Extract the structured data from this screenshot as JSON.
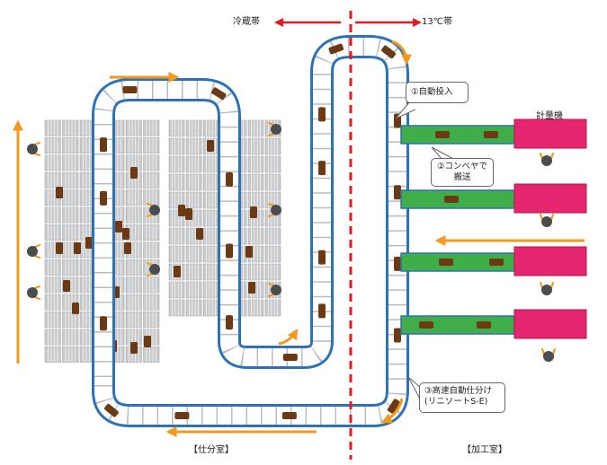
{
  "header": {
    "cold_zone": "冷蔵帯",
    "temp_zone": "13℃帯"
  },
  "machine_label": "計量機",
  "callouts": {
    "step1": "①自動投入",
    "step2_line1": "②コンベヤで",
    "step2_line2": "搬送",
    "step3_line1": "③高速自動仕分け",
    "step3_line2": "(リニソートS-E)"
  },
  "rooms": {
    "sorting": "【仕分室】",
    "processing": "【加工室】"
  },
  "colors": {
    "divider": "#e21b22",
    "arrow": "#f39a1e",
    "sorter_belt": "#2d72b7",
    "feed_conveyor": "#3fae49",
    "weighing_machine": "#e5256d",
    "item": "#6b3a14",
    "rack": "#c9cbcd"
  }
}
